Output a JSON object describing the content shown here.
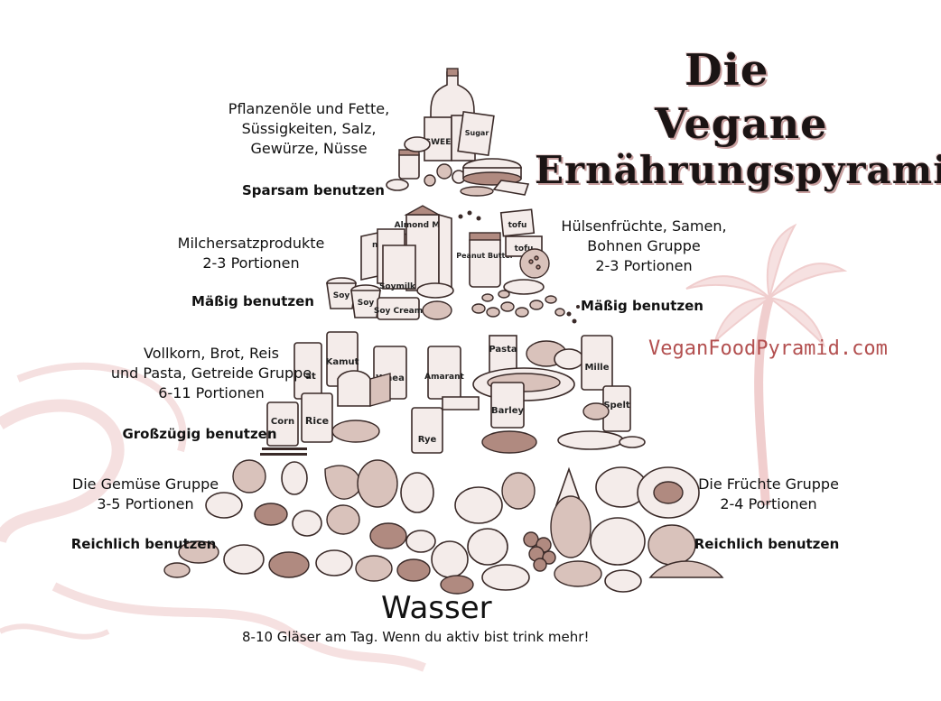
{
  "title": {
    "line1": "Die",
    "line2": "Vegane",
    "line3": "Ernährungspyramide"
  },
  "website": "VeganFoodPyramid.com",
  "levels": {
    "top": {
      "label_line1": "Pflanzenöle und Fette,",
      "label_line2": "Süssigkeiten, Salz,",
      "label_line3": "Gewürze, Nüsse",
      "usage": "Sparsam benutzen"
    },
    "dairy_alt": {
      "label_line1": "Milchersatzprodukte",
      "label_line2": "2-3 Portionen",
      "usage": "Mäßig benutzen"
    },
    "legumes": {
      "label_line1": "Hülsenfrüchte, Samen,",
      "label_line2": "Bohnen Gruppe",
      "label_line3": "2-3 Portionen",
      "usage": "Mäßig benutzen"
    },
    "grains": {
      "label_line1": "Vollkorn, Brot, Reis",
      "label_line2": "und Pasta, Getreide Gruppe",
      "label_line3": "6-11 Portionen",
      "usage": "Großzügig benutzen"
    },
    "vegetables": {
      "label_line1": "Die Gemüse Gruppe",
      "label_line2": "3-5 Portionen",
      "usage": "Reichlich benutzen"
    },
    "fruits": {
      "label_line1": "Die Früchte Gruppe",
      "label_line2": "2-4 Portionen",
      "usage": "Reichlich benutzen"
    }
  },
  "water": {
    "title": "Wasser",
    "note": "8-10 Gläser am Tag. Wenn du aktiv bist trink mehr!"
  },
  "package_labels": {
    "sweet": "SWEE",
    "sugar": "S",
    "sugar_box": "Sugar",
    "almond_milk": "Almond Milk",
    "soymilk": "Soymilk",
    "soy_yogurt_1": "Soy",
    "soy_yogurt_2": "Soy",
    "sour_cream": "Soy Cream",
    "new": "new",
    "tofu_1": "tofu",
    "tofu_2": "tofu",
    "peanut_butter": "Peanut Butter",
    "kamut": "Kamut",
    "wheat": "Whea",
    "amaranth": "Amarant",
    "pasta": "Pasta",
    "millet": "Mille",
    "spelt": "Spelt",
    "corn": "Corn",
    "rice": "Rice",
    "rye": "Rye",
    "barley": "Barley",
    "oat": "at"
  },
  "colors": {
    "accent": "#b35050",
    "ink": "#1b1414",
    "shade": "#b08a80"
  }
}
